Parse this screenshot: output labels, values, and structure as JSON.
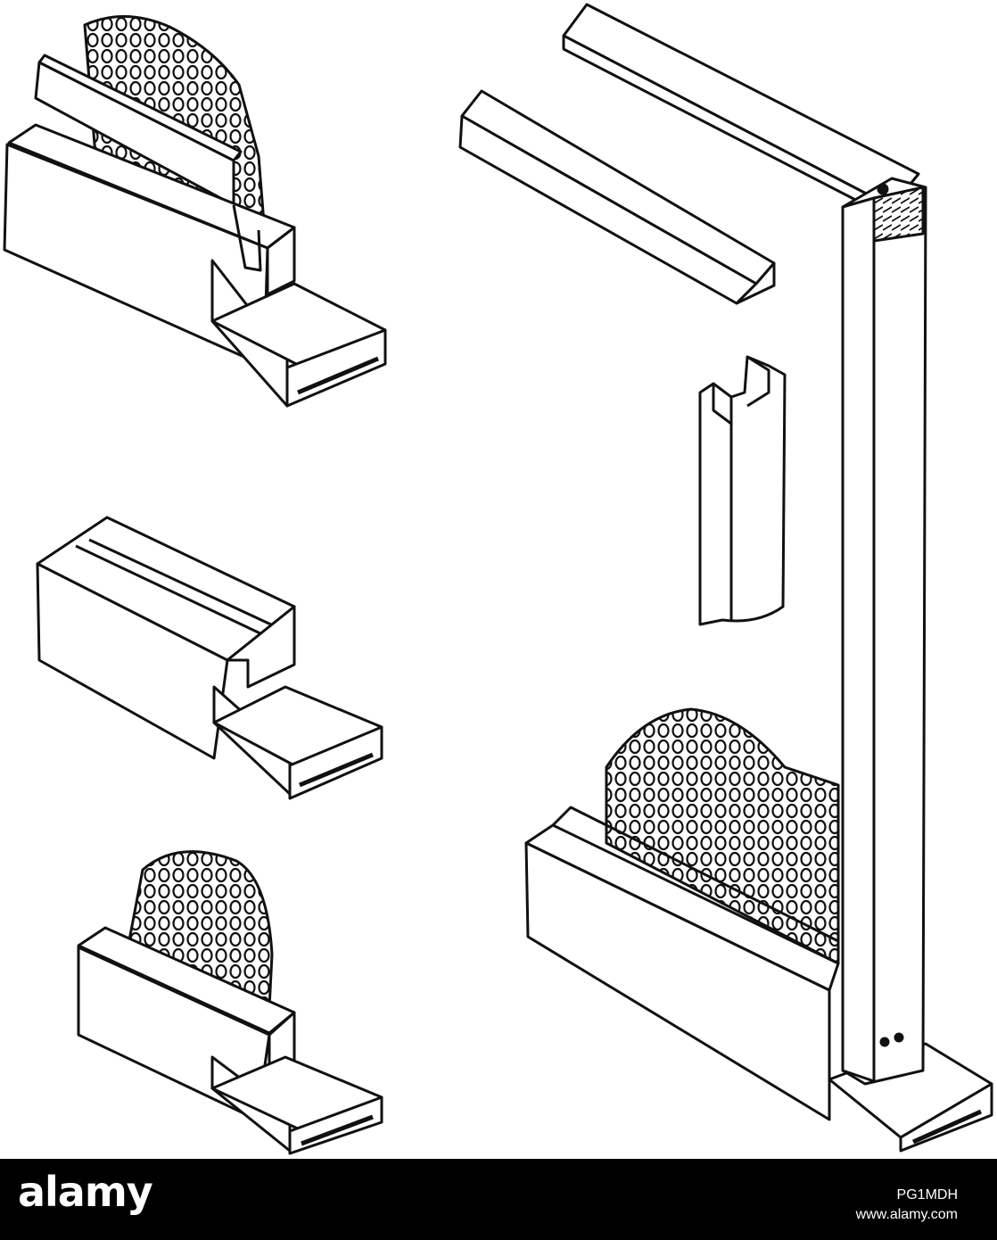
{
  "illustration": {
    "parts": [
      "comb-in-grooved-bar",
      "empty-grooved-bar",
      "small-comb-in-grooved-bar",
      "top-bar",
      "loose-bar",
      "h-section-end-bar",
      "frame-assembly-with-comb"
    ],
    "colors": {
      "ink": "#111111",
      "paper": "#ffffff"
    }
  },
  "footer": {
    "logo": "alamy",
    "image_id": "PG1MDH",
    "url": "www.alamy.com",
    "background": "#000000",
    "text_color": "#ffffff"
  }
}
